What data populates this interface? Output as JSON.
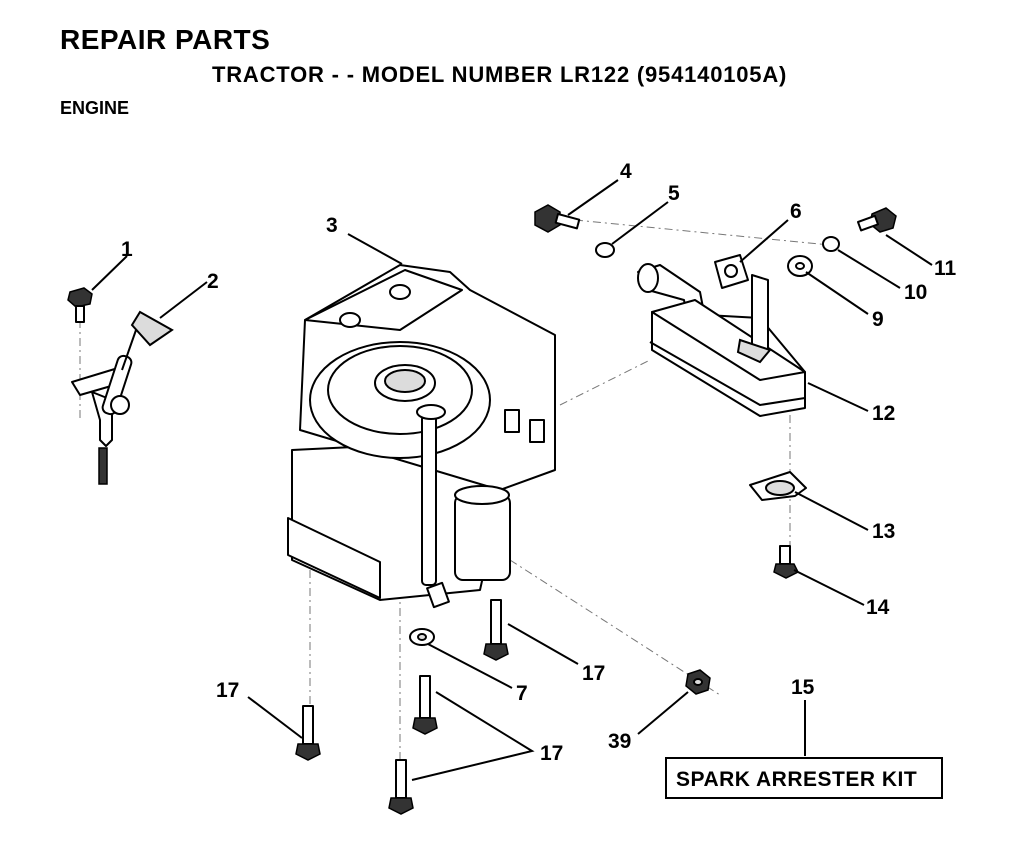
{
  "header": {
    "title": "REPAIR PARTS",
    "subtitle": "TRACTOR - - MODEL NUMBER LR122 (954140105A)",
    "section": "ENGINE"
  },
  "callouts": {
    "c1": "1",
    "c2": "2",
    "c3": "3",
    "c4": "4",
    "c5": "5",
    "c6": "6",
    "c7": "7",
    "c9": "9",
    "c10": "10",
    "c11": "11",
    "c12": "12",
    "c13": "13",
    "c14": "14",
    "c15": "15",
    "c17a": "17",
    "c17b": "17",
    "c17c": "17",
    "c39": "39"
  },
  "kit_box": {
    "label": "SPARK ARRESTER KIT"
  }
}
